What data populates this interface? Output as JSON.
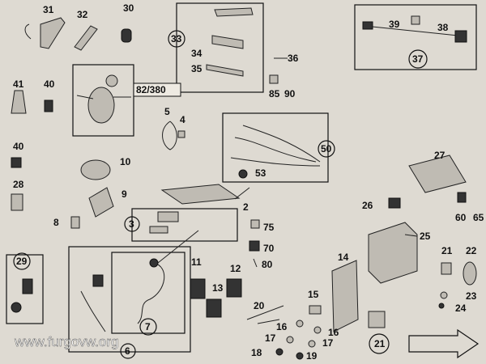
{
  "labels": {
    "l31": "31",
    "l32": "32",
    "l30": "30",
    "l41": "41",
    "l40a": "40",
    "l40b": "40",
    "l28": "28",
    "l29": "29",
    "l82": "82/380",
    "l33": "33",
    "l34": "34",
    "l35": "35",
    "l36": "36",
    "l85": "85",
    "l90": "90",
    "l39": "39",
    "l38": "38",
    "l37": "37",
    "l5": "5",
    "l4": "4",
    "l10": "10",
    "l9": "9",
    "l8": "8",
    "l50": "50",
    "l53": "53",
    "l2": "2",
    "l3": "3",
    "l75": "75",
    "l70": "70",
    "l80": "80",
    "l27": "27",
    "l26": "26",
    "l60": "60",
    "l65": "65",
    "l25": "25",
    "l14": "14",
    "l11": "11",
    "l12": "12",
    "l13": "13",
    "l7": "7",
    "l6": "6",
    "l15": "15",
    "l20": "20",
    "l16a": "16",
    "l16b": "16",
    "l17a": "17",
    "l17b": "17",
    "l18": "18",
    "l19": "19",
    "l21a": "21",
    "l21b": "21",
    "l22": "22",
    "l23": "23",
    "l24": "24"
  },
  "watermark": "www.furgovw.org"
}
